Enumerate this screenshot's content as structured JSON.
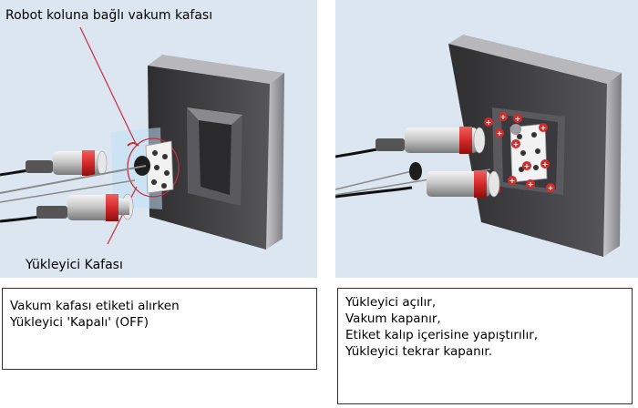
{
  "left_panel": {
    "label_top": "Robot koluna bağlı vakum kafası",
    "label_bottom": "Yükleyici Kafası",
    "caption_lines": [
      "Vakum kafası etiketi alırken",
      "Yükleyici 'Kapalı' (OFF)"
    ]
  },
  "right_panel": {
    "caption_lines": [
      "Yükleyici açılır,",
      "Vakum kapanır,",
      "Etiket kalıp içerisine yapıştırılır,",
      "Yükleyici tekrar kapanır."
    ]
  },
  "colors": {
    "panel_bg": "#dce6f1",
    "mold_dark": "#3a3a3c",
    "mold_light": "#8e8e92",
    "cylinder_red": "#d42a2a",
    "callout_red": "#cc2a3a"
  },
  "icons": [
    "mold-block",
    "loader-cylinder",
    "vacuum-head",
    "plus-charge-icon"
  ]
}
